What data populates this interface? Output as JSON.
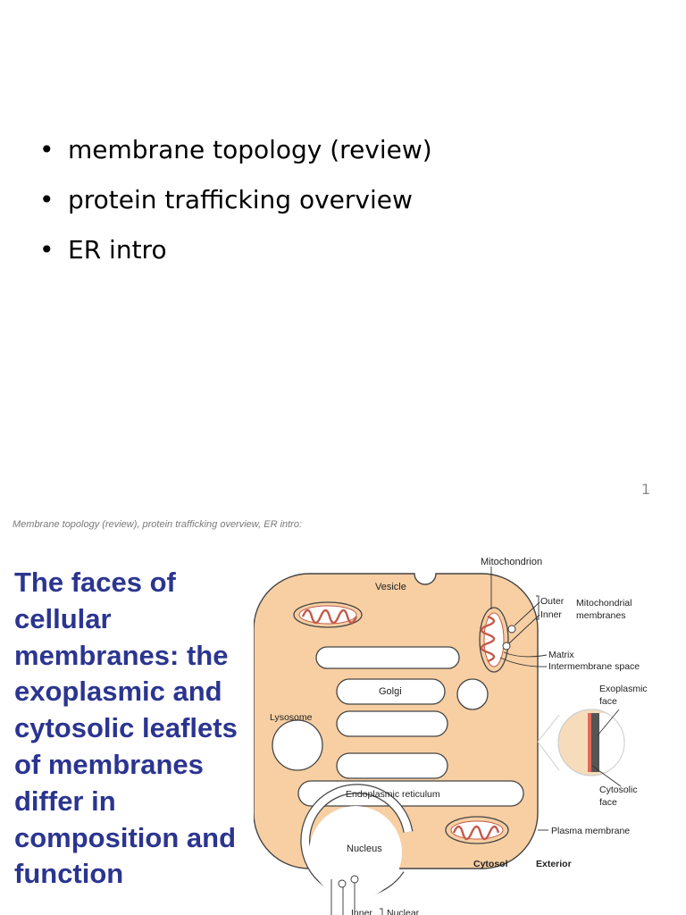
{
  "slide": {
    "bullets": [
      "membrane topology (review)",
      "protein trafficking overview",
      "ER intro"
    ],
    "bullet_glyph": "•",
    "page_number": "1"
  },
  "caption": "Membrane topology (review), protein trafficking overview, ER intro:",
  "heading": "The faces of cellular membranes: the exoplasmic and cytosolic leaflets of membranes differ in composition and function",
  "figure": {
    "labels": {
      "mitochondrion": "Mitochondrion",
      "vesicle": "Vesicle",
      "outer": "Outer",
      "inner": "Inner",
      "mito_membranes_1": "Mitochondrial",
      "mito_membranes_2": "membranes",
      "matrix": "Matrix",
      "intermembrane_space": "Intermembrane space",
      "golgi": "Golgi",
      "exoplasmic_face_1": "Exoplasmic",
      "exoplasmic_face_2": "face",
      "lysosome": "Lysosome",
      "cytosolic_face_1": "Cytosolic",
      "cytosolic_face_2": "face",
      "er": "Endoplasmic reticulum",
      "plasma_membrane": "Plasma membrane",
      "nucleus": "Nucleus",
      "cytosol": "Cytosol",
      "exterior": "Exterior",
      "nuclear_inner": "Inner",
      "nuclear": "Nuclear"
    },
    "colors": {
      "cell_fill": "#f7cfa3",
      "organelle_fill": "#ffffff",
      "outline": "#444444",
      "label_line": "#333333",
      "heading": "#2b3590",
      "cytosolic_leaflet": "#555555",
      "exoplasmic_leaflet": "#e06a5a"
    }
  }
}
